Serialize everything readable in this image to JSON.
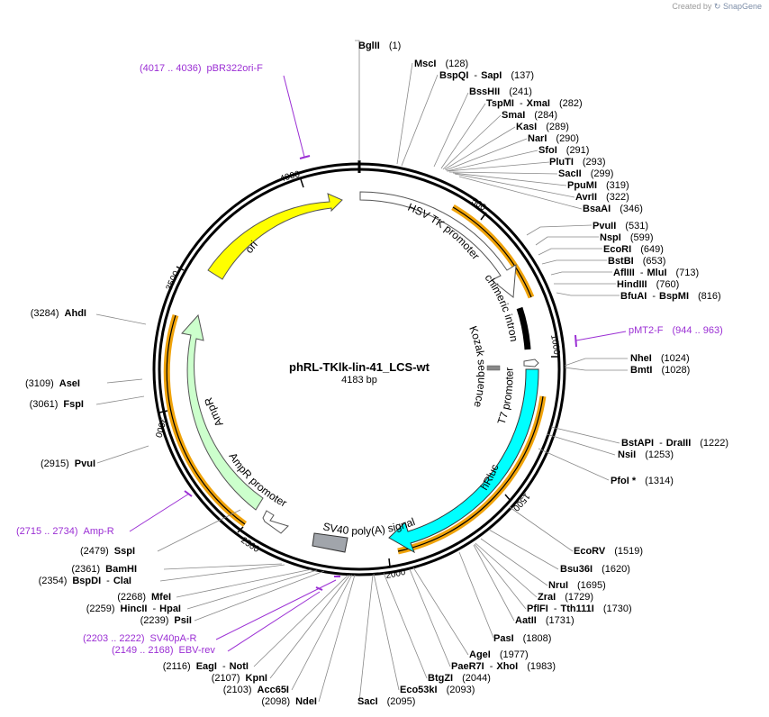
{
  "credit": {
    "prefix": "Created by",
    "brand": "SnapGene"
  },
  "plasmid": {
    "name": "phRL-TKlk-lin-41_LCS-wt",
    "length_label": "4183 bp"
  },
  "ticks": [
    "500",
    "1000",
    "1500",
    "2000",
    "2500",
    "3000",
    "3500",
    "4000"
  ],
  "features": {
    "hsv": "HSV TK promoter",
    "chim": "chimeric intron",
    "kozak": "Kozak sequence",
    "t7": "T7 promoter",
    "hrluc": "hRluc",
    "sv40": "SV40 poly(A) signal",
    "ampr": "AmpR",
    "amprp": "AmpR promoter",
    "ori": "ori"
  },
  "primers": {
    "pbr": {
      "range": "(4017 .. 4036)",
      "name": "pBR322ori-F"
    },
    "pmt2": {
      "name": "pMT2-F",
      "range": "(944 .. 963)"
    },
    "ampr": {
      "range": "(2715 .. 2734)",
      "name": "Amp-R"
    },
    "sv40pa": {
      "range": "(2203 .. 2222)",
      "name": "SV40pA-R"
    },
    "ebv": {
      "range": "(2149 .. 2168)",
      "name": "EBV-rev"
    }
  },
  "right_sites": [
    {
      "name": "BglII",
      "pos": "(1)"
    },
    {
      "name": "MscI",
      "pos": "(128)"
    },
    {
      "name": "BspQI",
      "name2": "SapI",
      "pos": "(137)"
    },
    {
      "name": "BssHII",
      "pos": "(241)"
    },
    {
      "name": "TspMI",
      "name2": "XmaI",
      "pos": "(282)"
    },
    {
      "name": "SmaI",
      "pos": "(284)"
    },
    {
      "name": "KasI",
      "pos": "(289)"
    },
    {
      "name": "NarI",
      "pos": "(290)"
    },
    {
      "name": "SfoI",
      "pos": "(291)"
    },
    {
      "name": "PluTI",
      "pos": "(293)"
    },
    {
      "name": "SacII",
      "pos": "(299)"
    },
    {
      "name": "PpuMI",
      "pos": "(319)"
    },
    {
      "name": "AvrII",
      "pos": "(322)"
    },
    {
      "name": "BsaAI",
      "pos": "(346)"
    },
    {
      "name": "PvuII",
      "pos": "(531)"
    },
    {
      "name": "NspI",
      "pos": "(599)"
    },
    {
      "name": "EcoRI",
      "pos": "(649)"
    },
    {
      "name": "BstBI",
      "pos": "(653)"
    },
    {
      "name": "AflIII",
      "name2": "MluI",
      "pos": "(713)"
    },
    {
      "name": "HindIII",
      "pos": "(760)"
    },
    {
      "name": "BfuAI",
      "name2": "BspMI",
      "pos": "(816)"
    },
    {
      "name": "NheI",
      "pos": "(1024)"
    },
    {
      "name": "BmtI",
      "pos": "(1028)"
    },
    {
      "name": "BstAPI",
      "name2": "DraIII",
      "pos": "(1222)"
    },
    {
      "name": "NsiI",
      "pos": "(1253)"
    },
    {
      "name": "PfoI *",
      "pos": "(1314)"
    },
    {
      "name": "EcoRV",
      "pos": "(1519)"
    },
    {
      "name": "Bsu36I",
      "pos": "(1620)"
    },
    {
      "name": "NruI",
      "pos": "(1695)"
    },
    {
      "name": "ZraI",
      "pos": "(1729)"
    },
    {
      "name": "PflFI",
      "name2": "Tth111I",
      "pos": "(1730)"
    },
    {
      "name": "AatII",
      "pos": "(1731)"
    },
    {
      "name": "PasI",
      "pos": "(1808)"
    },
    {
      "name": "AgeI",
      "pos": "(1977)"
    },
    {
      "name": "PaeR7I",
      "name2": "XhoI",
      "pos": "(1983)"
    },
    {
      "name": "BtgZI",
      "pos": "(2044)"
    },
    {
      "name": "Eco53kI",
      "pos": "(2093)"
    },
    {
      "name": "SacI",
      "pos": "(2095)"
    }
  ],
  "left_sites": [
    {
      "pos": "(3284)",
      "name": "AhdI"
    },
    {
      "pos": "(3109)",
      "name": "AseI"
    },
    {
      "pos": "(3061)",
      "name": "FspI"
    },
    {
      "pos": "(2915)",
      "name": "PvuI"
    },
    {
      "pos": "(2479)",
      "name": "SspI"
    },
    {
      "pos": "(2361)",
      "name": "BamHI"
    },
    {
      "pos": "(2354)",
      "name": "BspDI",
      "name2": "ClaI"
    },
    {
      "pos": "(2268)",
      "name": "MfeI"
    },
    {
      "pos": "(2259)",
      "name": "HincII",
      "name2": "HpaI"
    },
    {
      "pos": "(2239)",
      "name": "PsiI"
    },
    {
      "pos": "(2116)",
      "name": "EagI",
      "name2": "NotI"
    },
    {
      "pos": "(2107)",
      "name": "KpnI"
    },
    {
      "pos": "(2103)",
      "name": "Acc65I"
    },
    {
      "pos": "(2098)",
      "name": "NdeI"
    }
  ],
  "colors": {
    "ori": "#ffff00",
    "hrluc": "#00ffff",
    "ampr": "#ccffcc",
    "primer": "#9b2fd4",
    "orange": "#f0a30a"
  }
}
